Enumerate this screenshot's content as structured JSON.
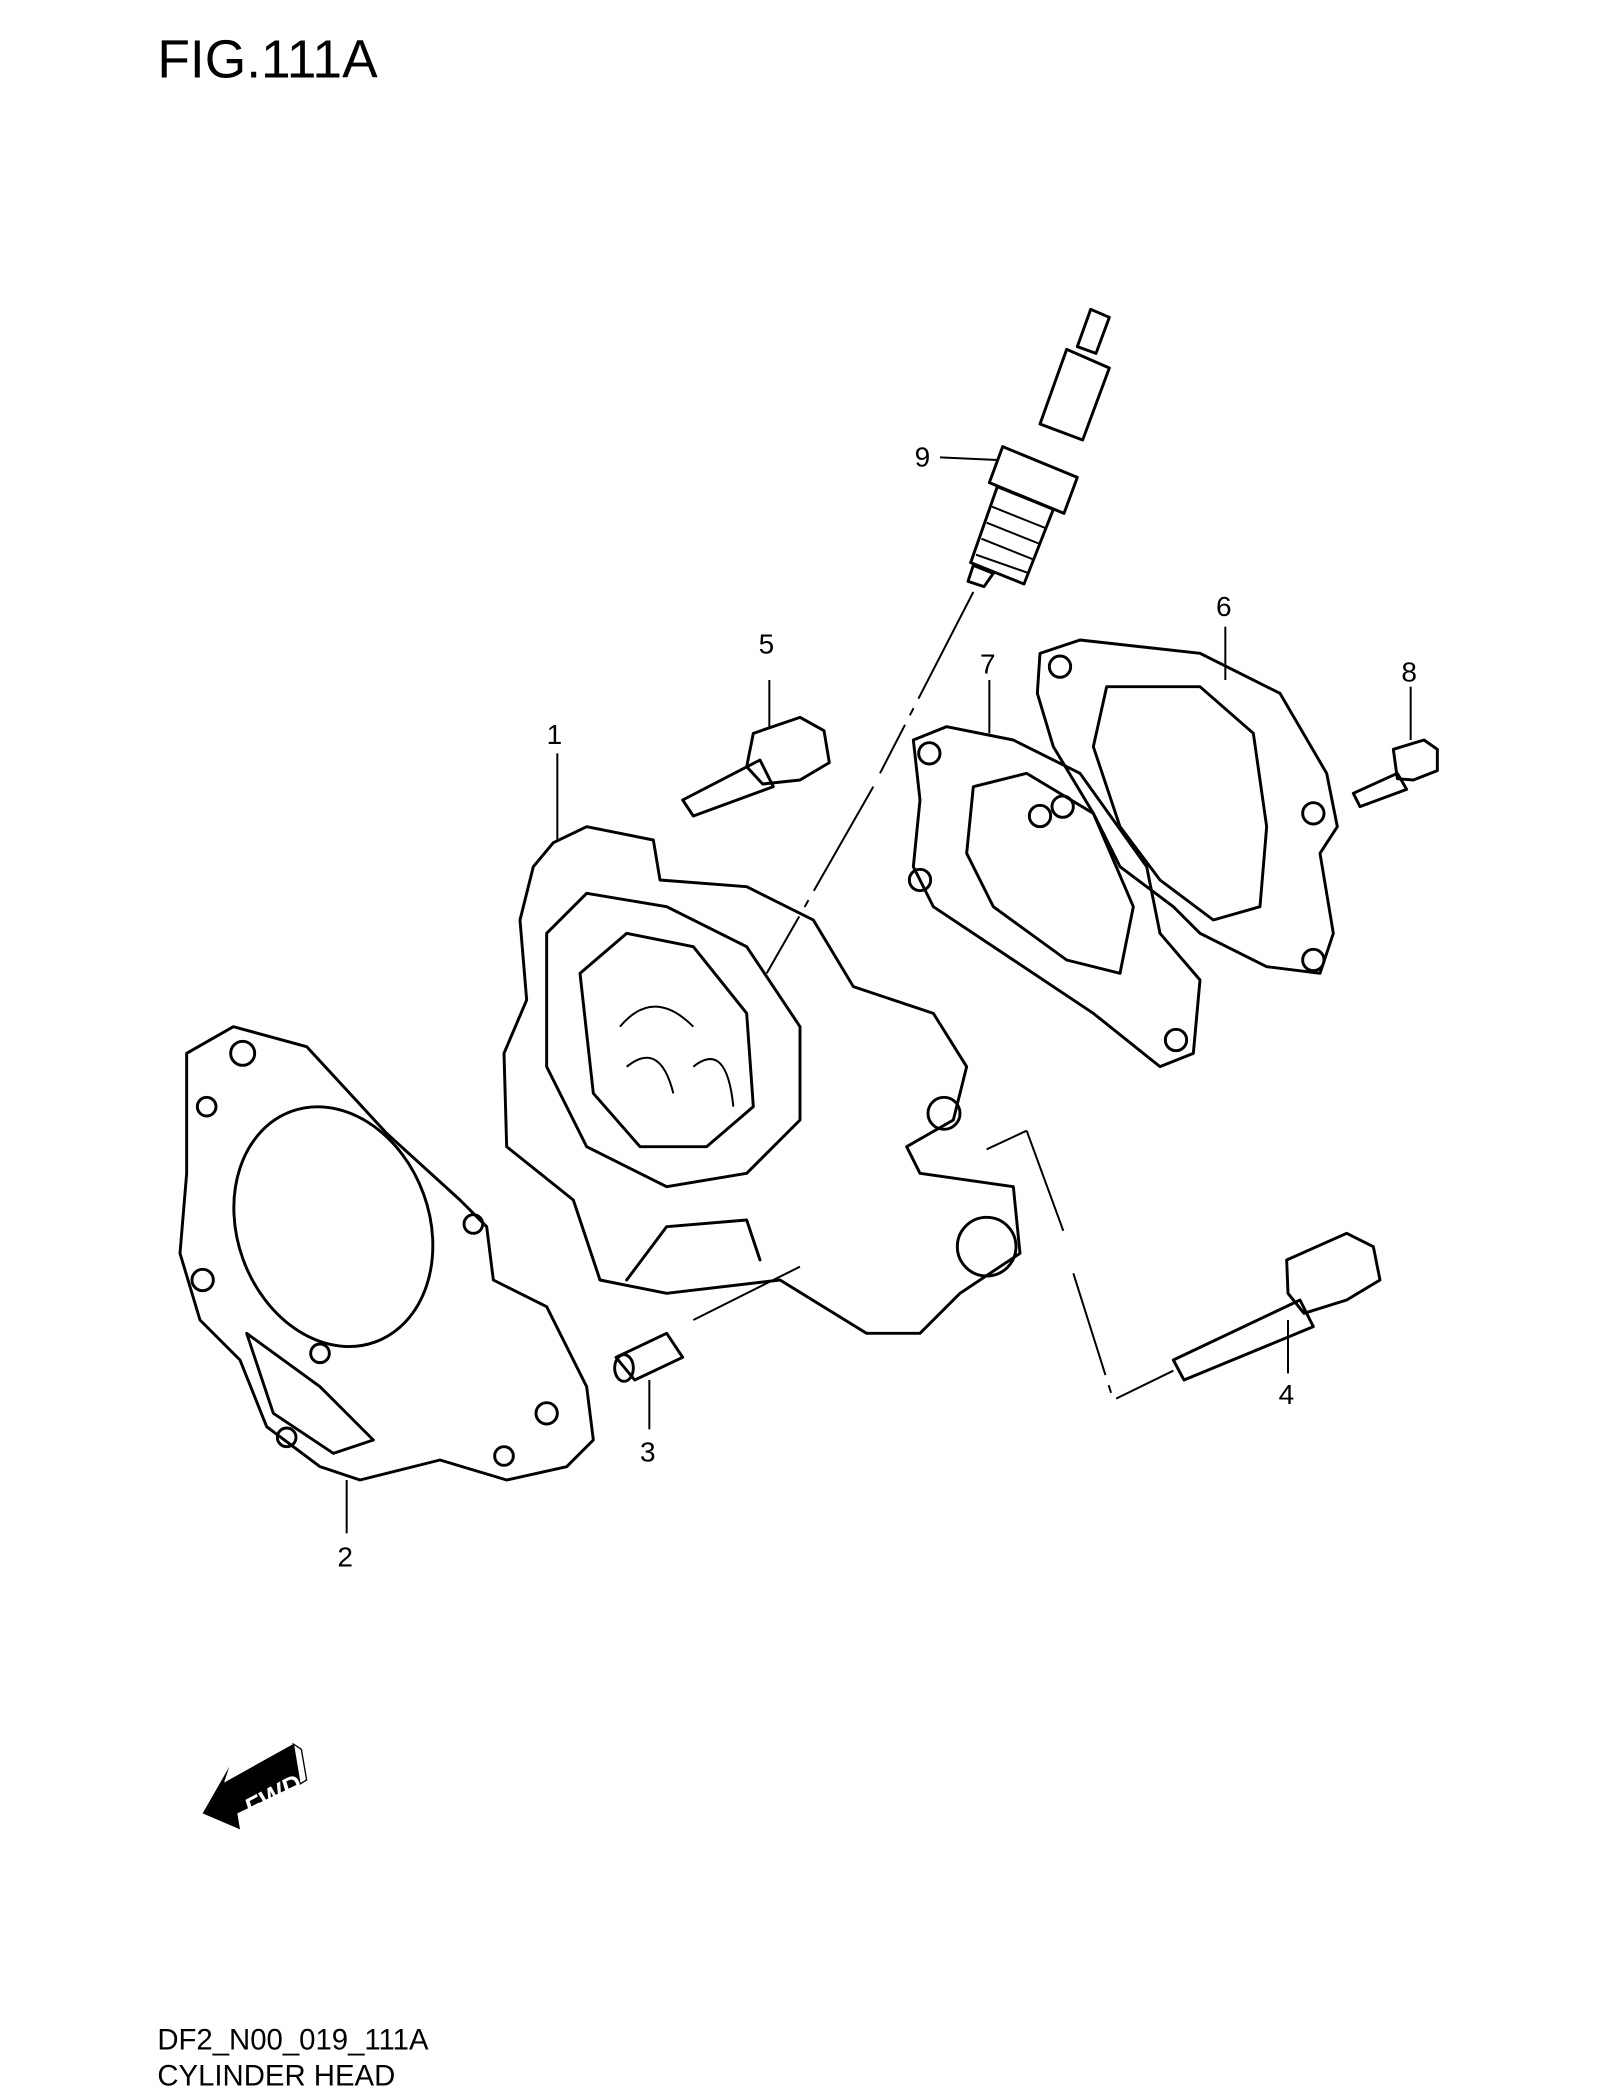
{
  "figure": {
    "title": "FIG.111A",
    "code": "DF2_N00_019_111A",
    "name": "CYLINDER HEAD"
  },
  "callouts": [
    "1",
    "2",
    "3",
    "4",
    "5",
    "6",
    "7",
    "8",
    "9"
  ],
  "fwd_arrow": {
    "label": "FWD",
    "icon": "fwd-arrow-icon"
  }
}
